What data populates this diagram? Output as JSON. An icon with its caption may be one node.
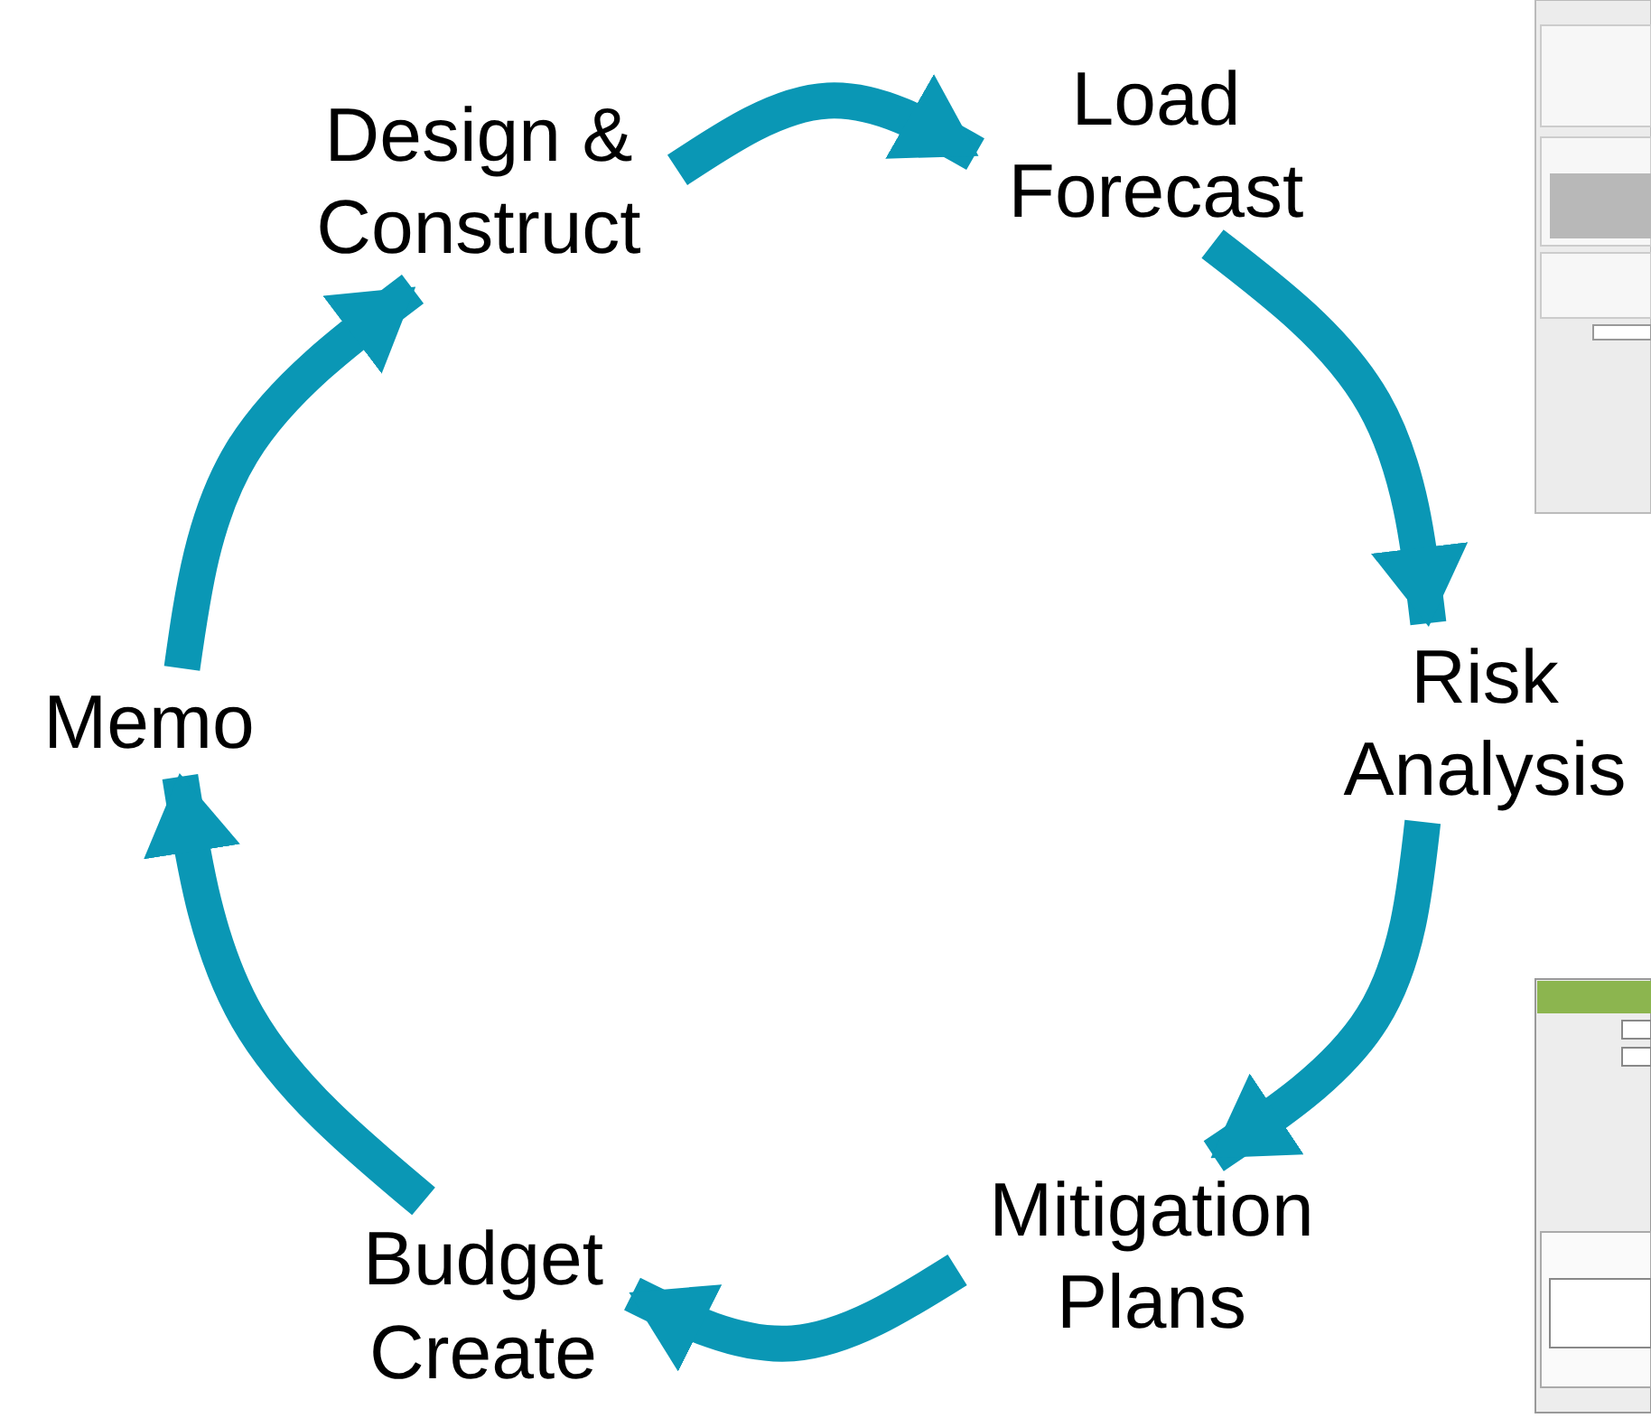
{
  "diagram": {
    "nodes": [
      {
        "text": [
          "Design & Construct"
        ]
      },
      {
        "text": [
          "Load Forecast"
        ]
      },
      {
        "text": [
          "Risk Analysis"
        ]
      },
      {
        "text": [
          "Mitigation Plans"
        ]
      },
      {
        "text": [
          "Budget Create"
        ]
      },
      {
        "text": [
          "Memo"
        ]
      }
    ],
    "edges": [
      {
        "from": 0,
        "to": 1,
        "arrow": "to"
      },
      {
        "from": 1,
        "to": 2,
        "arrow": "to"
      },
      {
        "from": 2,
        "to": 3,
        "arrow": "to"
      },
      {
        "from": 3,
        "to": 4,
        "arrow": "to"
      },
      {
        "from": 4,
        "to": 5,
        "arrow": "to"
      },
      {
        "from": 5,
        "to": 0,
        "arrow": "to"
      }
    ]
  }
}
